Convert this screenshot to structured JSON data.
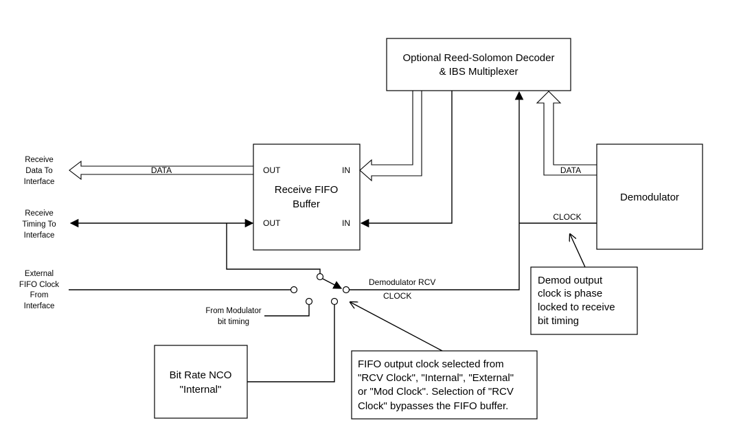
{
  "blocks": {
    "rs_decoder": [
      "Optional Reed-Solomon Decoder",
      "& IBS Multiplexer"
    ],
    "fifo": [
      "Receive FIFO",
      "Buffer"
    ],
    "demodulator": "Demodulator",
    "nco": [
      "Bit Rate NCO",
      "\"Internal\""
    ]
  },
  "ports": {
    "out": "OUT",
    "in": "IN"
  },
  "signals": {
    "data": "DATA",
    "clock": "CLOCK",
    "demod_rcv": "Demodulator RCV",
    "demod_rcv_clock": "CLOCK"
  },
  "left_labels": {
    "receive_data": [
      "Receive",
      "Data To",
      "Interface"
    ],
    "receive_timing": [
      "Receive",
      "Timing To",
      "Interface"
    ],
    "external_clock": [
      "External",
      "FIFO Clock",
      "From",
      "Interface"
    ],
    "mod_timing": [
      "From Modulator",
      "bit timing"
    ]
  },
  "notes": {
    "demod_note": [
      "Demod output",
      "clock is phase",
      "locked to receive",
      "bit timing"
    ],
    "fifo_note": [
      "FIFO output clock selected from",
      "\"RCV Clock\", \"Internal\", \"External\"",
      "or \"Mod Clock\". Selection of \"RCV",
      "Clock\" bypasses the FIFO buffer."
    ]
  }
}
